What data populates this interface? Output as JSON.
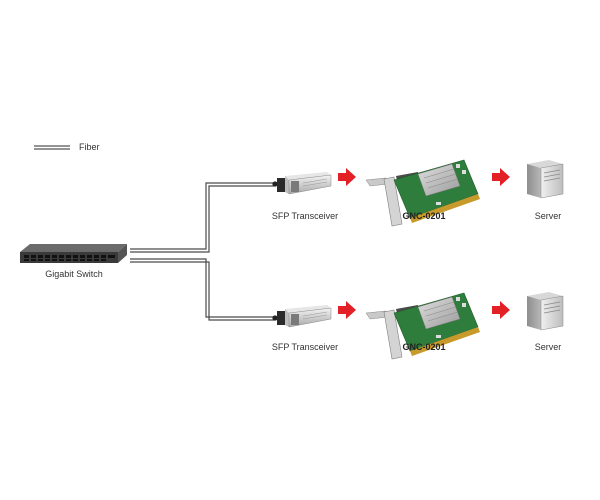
{
  "legend": {
    "fiber_label": "Fiber"
  },
  "switch": {
    "label": "Gigabit Switch"
  },
  "rows": [
    {
      "transceiver_label": "SFP Transceiver",
      "card_label": "GNC-0201",
      "server_label": "Server"
    },
    {
      "transceiver_label": "SFP Transceiver",
      "card_label": "GNC-0201",
      "server_label": "Server"
    }
  ],
  "colors": {
    "arrow": "#e32026",
    "fiber": "#4a4a4a",
    "pcb": "#2f7d3c"
  }
}
